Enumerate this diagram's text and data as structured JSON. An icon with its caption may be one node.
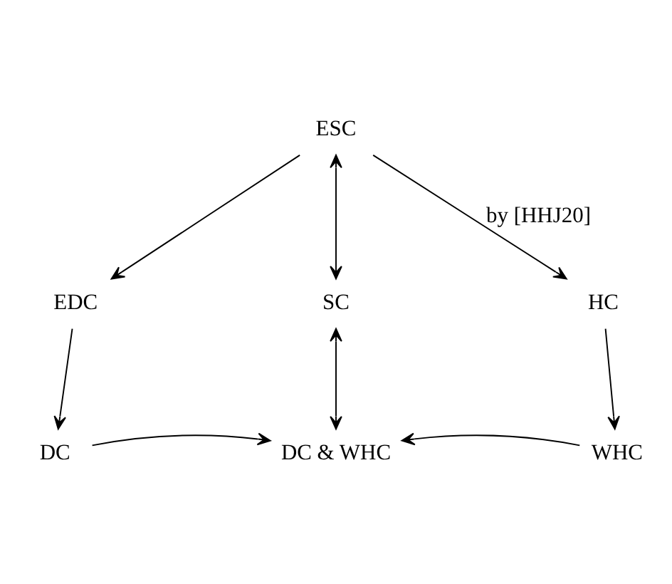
{
  "diagram": {
    "nodes": [
      {
        "text": [
          "ESC"
        ]
      },
      {
        "text": [
          "EDC"
        ]
      },
      {
        "text": [
          "SC"
        ]
      },
      {
        "text": [
          "HC"
        ]
      },
      {
        "text": [
          "DC"
        ]
      },
      {
        "text": [
          "DC & WHC"
        ]
      },
      {
        "text": [
          "WHC"
        ]
      }
    ],
    "edges": [
      {
        "from": 0,
        "to": 1,
        "arrow": "to"
      },
      {
        "from": 0,
        "to": 2,
        "arrow": "both"
      },
      {
        "from": 0,
        "to": 3,
        "arrow": "to",
        "label": "by [HHJ20]"
      },
      {
        "from": 1,
        "to": 4,
        "arrow": "to"
      },
      {
        "from": 2,
        "to": 5,
        "arrow": "both"
      },
      {
        "from": 3,
        "to": 6,
        "arrow": "to"
      },
      {
        "from": 4,
        "to": 5,
        "arrow": "to"
      },
      {
        "from": 6,
        "to": 5,
        "arrow": "to"
      }
    ]
  }
}
